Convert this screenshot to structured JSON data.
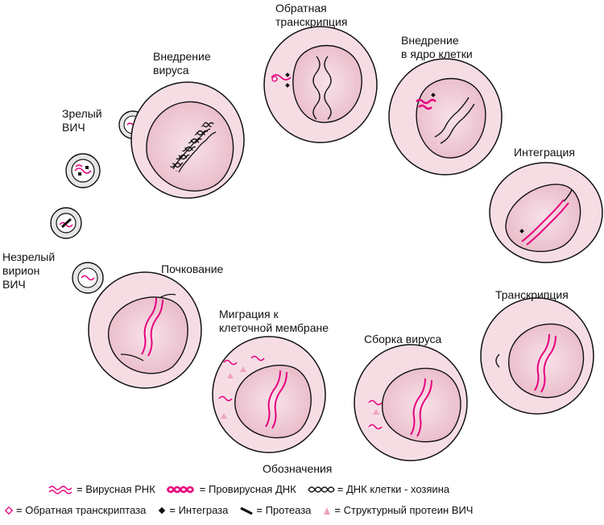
{
  "labels": {
    "mature_hiv": [
      "Зрелый",
      "ВИЧ"
    ],
    "virus_entry": [
      "Внедрение",
      "вируса"
    ],
    "reverse_transcription": [
      "Обратная",
      "транскрипция"
    ],
    "nucleus_entry": [
      "Внедрение",
      "в ядро клетки"
    ],
    "integration": "Интеграция",
    "immature_virion": [
      "Незрелый",
      "вирион",
      "ВИЧ"
    ],
    "budding": "Почкование",
    "migration": [
      "Миграция к",
      "клеточной мембране"
    ],
    "assembly": "Сборка вируса",
    "transcription": "Транскрипция",
    "legend_title": "Обозначения"
  },
  "legend": {
    "row1": [
      {
        "icon": "viral-rna-icon",
        "text": "= Вирусная РНК"
      },
      {
        "icon": "proviral-dna-icon",
        "text": "= Провирусная ДНК"
      },
      {
        "icon": "host-dna-icon",
        "text": "= ДНК клетки - хозяина"
      }
    ],
    "row2": [
      {
        "icon": "reverse-transcriptase-icon",
        "text": "= Обратная транскриптаза"
      },
      {
        "icon": "integrase-icon",
        "text": "= Интеграза"
      },
      {
        "icon": "protease-icon",
        "text": "= Протеаза"
      },
      {
        "icon": "structural-protein-icon",
        "text": "= Структурный протеин ВИЧ"
      }
    ]
  },
  "colors": {
    "cell_fill": "#f6dde4",
    "nucleus_fill": "#eec3cf",
    "outline": "#111111",
    "magenta": "#e5007e"
  }
}
